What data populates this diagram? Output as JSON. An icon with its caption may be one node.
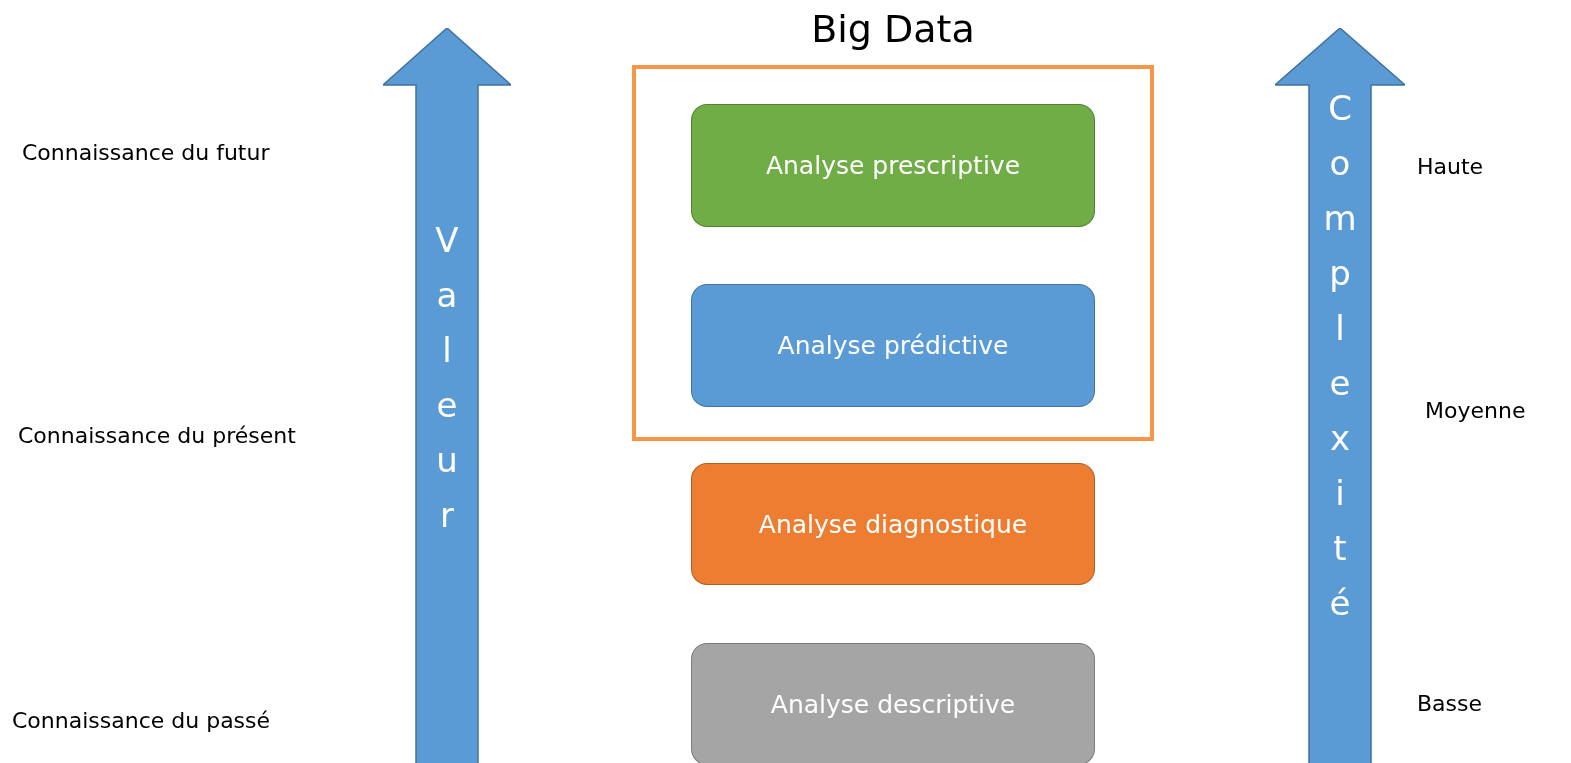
{
  "diagram": {
    "nodes": [
      {
        "text": [
          "Big Data"
        ]
      },
      {
        "text": [
          "Analyse prescriptive"
        ],
        "in": 0
      },
      {
        "text": [
          "Analyse prédictive"
        ],
        "in": 0
      },
      {
        "text": [
          "Analyse diagnostique"
        ]
      },
      {
        "text": [
          "Analyse descriptive"
        ]
      },
      {
        "text": [
          "Valeur"
        ]
      },
      {
        "text": [
          "Complexité"
        ]
      }
    ],
    "labels": [
      "Connaissance du futur",
      "Haute",
      "Moyenne",
      "Connaissance du présent",
      "Basse",
      "Connaissance du passé"
    ]
  }
}
